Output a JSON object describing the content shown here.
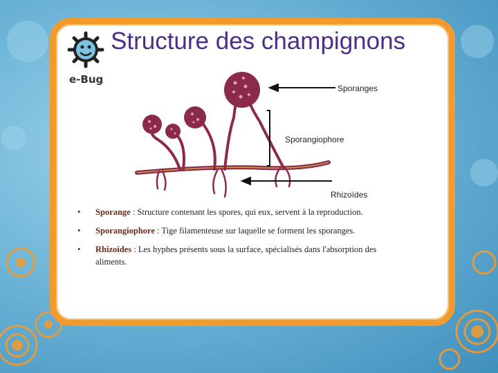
{
  "slide": {
    "title": "Structure des champignons",
    "logo_text": "e-Bug",
    "colors": {
      "title": "#4a2f87",
      "frame": "#f39a2d",
      "background": "#6fb6d8",
      "term": "#6a2c1a",
      "fungus": "#8b2a4a"
    }
  },
  "diagram": {
    "labels": {
      "sporanges": "Sporanges",
      "sporangiophore": "Sporangiophore",
      "rhizoides": "Rhizoïdes"
    }
  },
  "definitions": [
    {
      "term": "Sporange",
      "text": " : Structure contenant les spores, qui eux, servent à la reproduction."
    },
    {
      "term": "Sporangiophore",
      "text": " : Tige filamenteuse sur laquelle se forment les sporanges."
    },
    {
      "term": "Rhizoïdes",
      "text": " : Les hyphes présents sous la surface, spécialisés dans l'absorption des aliments."
    }
  ],
  "bullet_glyph": "•"
}
